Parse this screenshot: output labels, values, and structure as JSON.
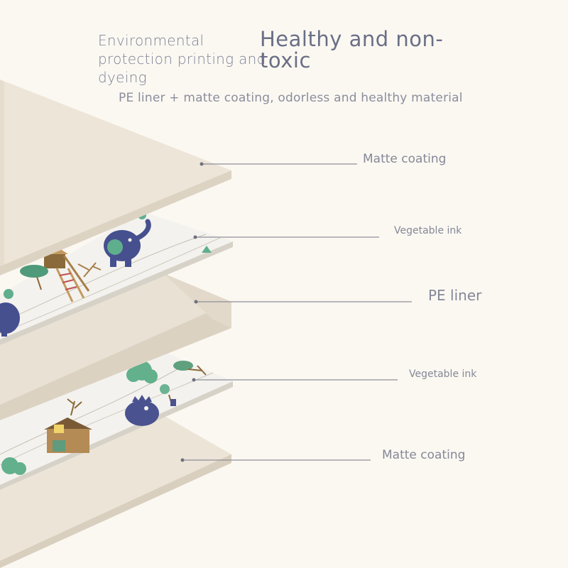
{
  "heading": {
    "left": "Environmental protection printing and dyeing",
    "right": "Healthy and non-toxic"
  },
  "subtitle": "PE liner + matte coating, odorless and healthy material",
  "layers": [
    {
      "label": "Matte coating"
    },
    {
      "label": "Vegetable ink"
    },
    {
      "label": "PE liner"
    },
    {
      "label": "Vegetable ink"
    },
    {
      "label": "Matte coating"
    }
  ],
  "colors": {
    "background": "#fbf8f2",
    "matte_layer": "#ebe3d7",
    "pe_liner": "#e4dccf",
    "print_layer": "#f4f3ef",
    "elephant_blue": "#46508f",
    "leaf_green": "#5fae8e",
    "house_brown": "#a77f4a",
    "leader_line": "#8e8e99",
    "text": "#858897"
  },
  "icons": [
    "elephant-icon",
    "tree-icon",
    "treehouse-icon",
    "house-icon",
    "bird-icon",
    "crown-animal-icon"
  ]
}
